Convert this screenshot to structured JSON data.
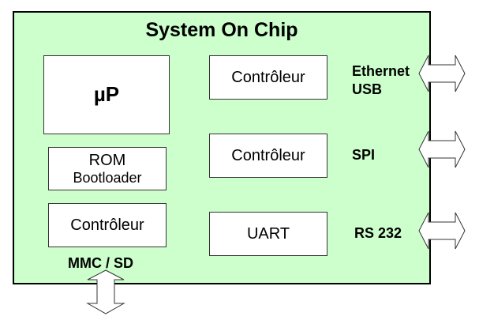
{
  "diagram": {
    "title": "System On Chip",
    "cpu": "µP",
    "rom": {
      "line1": "ROM",
      "line2": "Bootloader"
    },
    "left_controller": "Contrôleur",
    "controller_1": "Contrôleur",
    "controller_2": "Contrôleur",
    "uart": "UART",
    "ports": {
      "ethernet": "Ethernet",
      "usb": "USB",
      "spi": "SPI",
      "rs232": "RS 232",
      "mmc_sd": "MMC / SD"
    }
  }
}
